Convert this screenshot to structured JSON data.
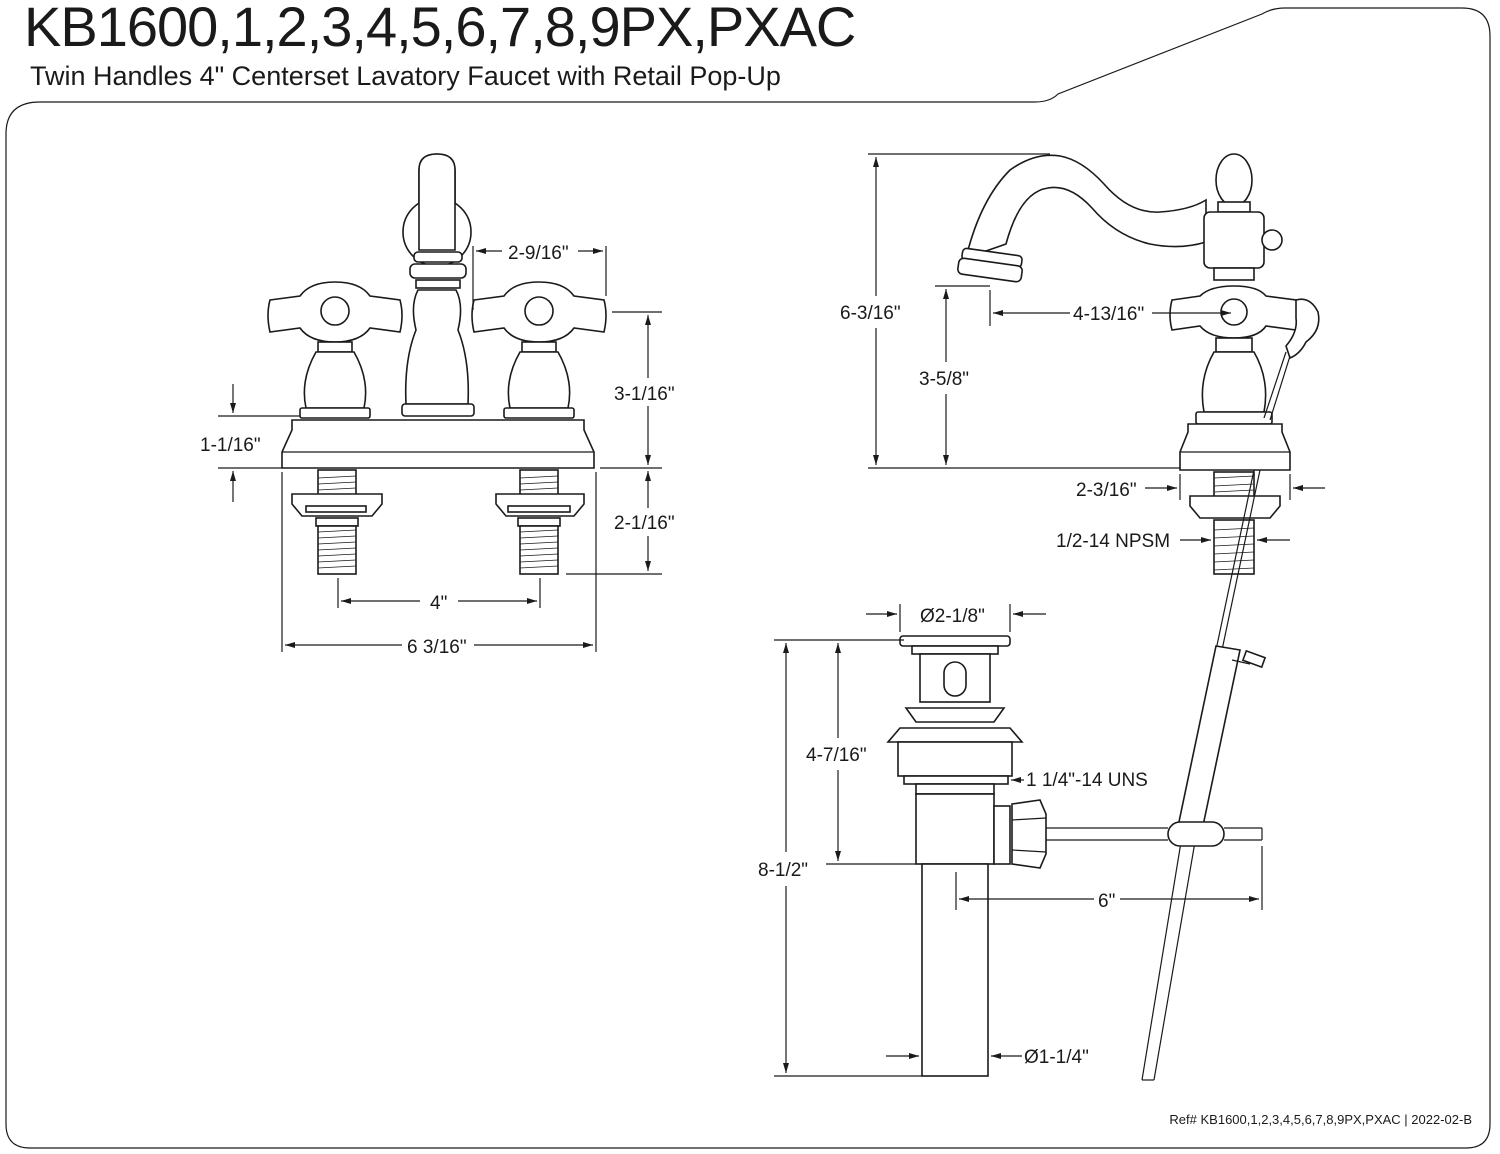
{
  "header": {
    "title": "KB1600,1,2,3,4,5,6,7,8,9PX,PXAC",
    "subtitle": "Twin Handles 4\" Centerset Lavatory Faucet with Retail Pop-Up"
  },
  "front_view": {
    "dim_spout_offset": "2-9/16\"",
    "dim_handle_height": "3-1/16\"",
    "dim_deck_height": "1-1/16\"",
    "dim_shank_length": "2-1/16\"",
    "dim_center": "4\"",
    "dim_overall_width": "6 3/16\""
  },
  "side_view": {
    "dim_total_height": "6-3/16\"",
    "dim_spout_reach": "4-13/16\"",
    "dim_spout_height": "3-5/8\"",
    "dim_base_diameter": "2-3/16\"",
    "dim_thread": "1/2-14 NPSM"
  },
  "drain_view": {
    "dim_flange_diameter": "Ø2-1/8\"",
    "dim_body_height": "4-7/16\"",
    "dim_body_thread": "1 1/4\"-14 UNS",
    "dim_overall_height": "8-1/2\"",
    "dim_rod_length": "6\"",
    "dim_tail_diameter": "Ø1-1/4\""
  },
  "footer": {
    "ref": "Ref# KB1600,1,2,3,4,5,6,7,8,9PX,PXAC | 2022-02-B"
  }
}
